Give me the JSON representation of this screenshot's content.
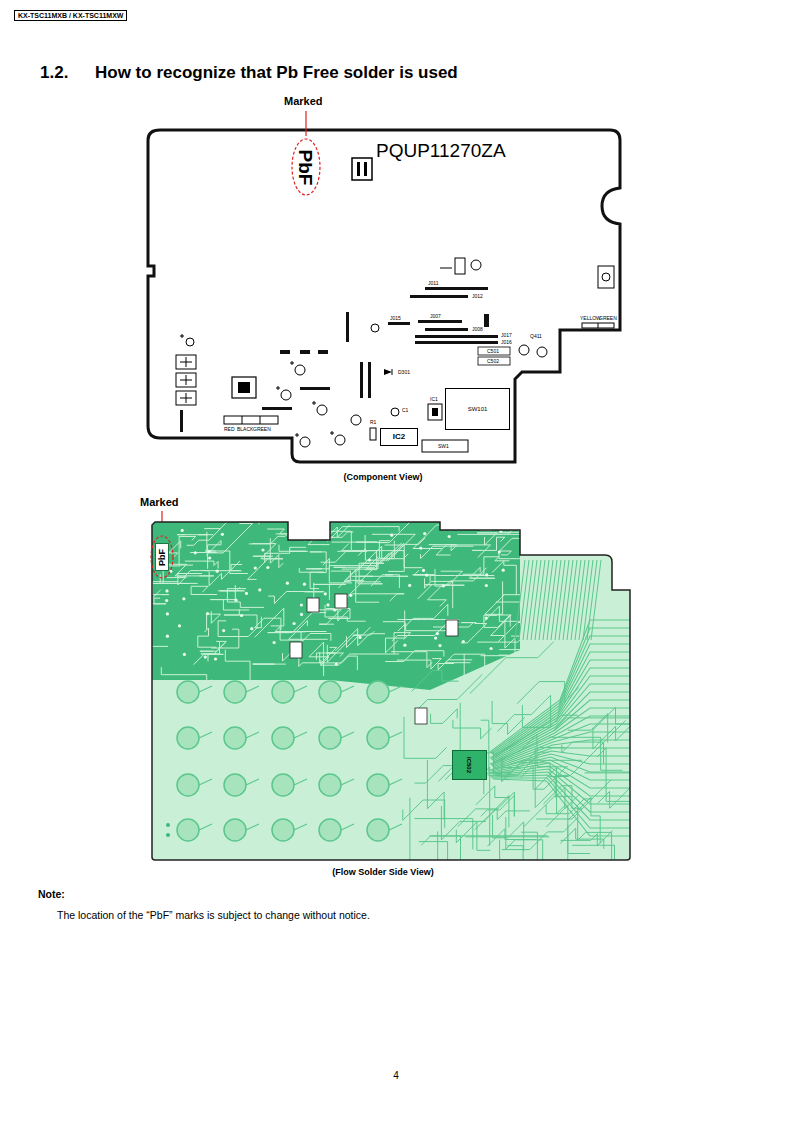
{
  "diagram": {
    "title": "How to recognize that Pb Free solder is used",
    "nodes": [
      {
        "text": [
          "KX-TSC11MXB / KX-TSC11MXW"
        ]
      },
      {
        "text": [
          "PbF"
        ]
      },
      {
        "text": [
          "SW101"
        ]
      },
      {
        "text": [
          "IC2"
        ]
      },
      {
        "text": [
          "PbF"
        ]
      },
      {
        "text": [
          "IC502"
        ]
      }
    ],
    "labels": [
      "1.2.",
      "Marked",
      "PQUP11270ZA",
      "J011",
      "J012",
      "J015",
      "J007",
      "J008",
      "J017",
      "J016",
      "C501",
      "C502",
      "Q411",
      "D301",
      "C1",
      "IC1",
      "R1",
      "SW1",
      "RED",
      "BLACK",
      "GREEN",
      "YELLOW",
      "GREEN",
      "(Component View)",
      "Marked",
      "(Flow Solder Side View)",
      "Note:",
      "The location of the “PbF” marks is subject to change without notice.",
      "4"
    ]
  }
}
